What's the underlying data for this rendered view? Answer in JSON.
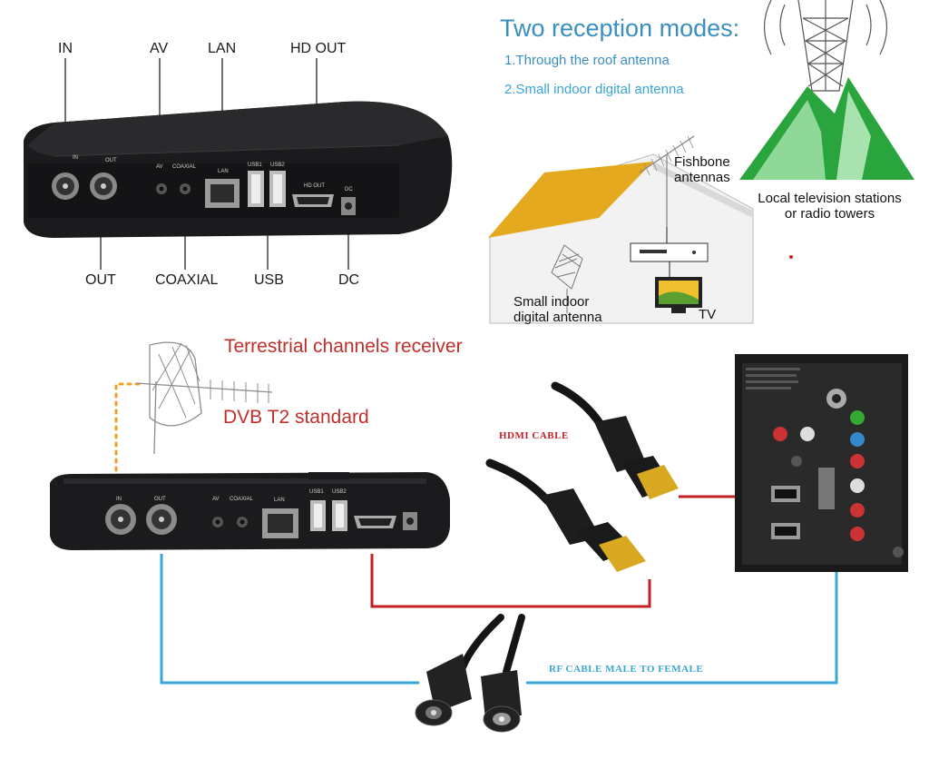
{
  "callouts_top": {
    "in": "IN",
    "av": "AV",
    "lan": "LAN",
    "hd_out": "HD OUT",
    "out": "OUT",
    "coaxial": "COAXIAL",
    "usb": "USB",
    "dc": "DC"
  },
  "device_port_labels": {
    "in": "IN",
    "out": "OUT",
    "av": "AV",
    "coaxial": "COAXIAL",
    "lan": "LAN",
    "usb1": "USB1",
    "usb2": "USB2",
    "hd_out": "HD OUT",
    "dc": "DC"
  },
  "reception": {
    "title": "Two reception modes:",
    "mode1": "1.Through the roof antenna",
    "mode2": "2.Small indoor digital antenna",
    "fishbone": [
      "Fishbone",
      "antennas"
    ],
    "stations": [
      "Local television stations",
      "or radio towers"
    ],
    "indoor": [
      "Small indoor",
      "digital antenna"
    ],
    "tv": "TV"
  },
  "connection": {
    "terrestrial": "Terrestrial channels receiver",
    "dvb": "DVB T2 standard",
    "hdmi_cable": "HDMI CABLE",
    "rf_cable": "RF CABLE MALE TO FEMALE"
  },
  "colors": {
    "title_blue": "#3a8fc0",
    "dvb_red": "#c0302b",
    "rf_blue": "#3aa6d6",
    "hdmi_red": "#c32026",
    "dotted_orange": "#f0a020",
    "device_black": "#1b1b1d",
    "mountain_green": "#3cb84a"
  },
  "icons": [
    "tv-tower-icon",
    "mountain-icon",
    "house-icon",
    "fishbone-antenna-icon",
    "indoor-antenna-icon",
    "set-top-box-icon",
    "tv-icon",
    "yagi-antenna-icon",
    "hdmi-plug-icon",
    "rf-plug-icon",
    "tv-back-panel-icon"
  ]
}
